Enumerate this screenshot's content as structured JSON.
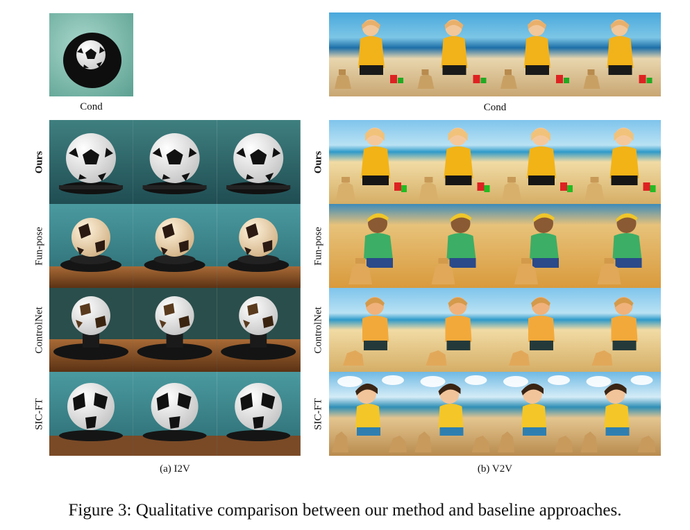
{
  "i2v": {
    "cond_label": "Cond",
    "panel_label": "(a) I2V",
    "rows": [
      {
        "label": "Ours",
        "bold": true
      },
      {
        "label": "Fun-pose",
        "bold": false
      },
      {
        "label": "ControlNet",
        "bold": false
      },
      {
        "label": "SIC-FT",
        "bold": false
      }
    ]
  },
  "v2v": {
    "cond_label": "Cond",
    "panel_label": "(b) V2V",
    "rows": [
      {
        "label": "Ours",
        "bold": true
      },
      {
        "label": "Fun-pose",
        "bold": false
      },
      {
        "label": "ControlNet",
        "bold": false
      },
      {
        "label": "SIC-FT",
        "bold": false
      }
    ]
  },
  "caption": "Figure 3: Qualitative comparison between our method and baseline approaches."
}
